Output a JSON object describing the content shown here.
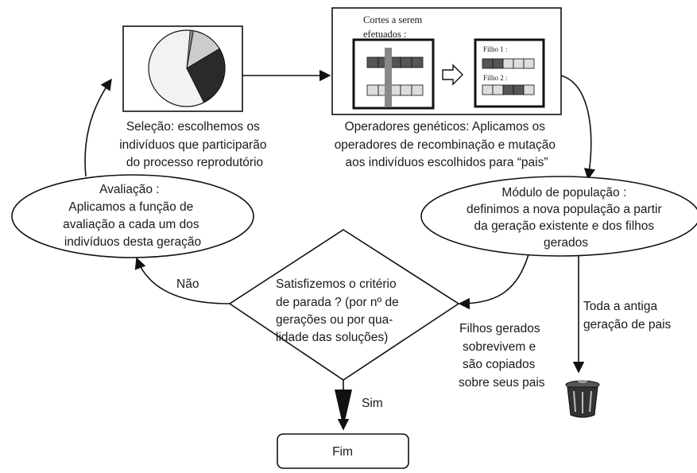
{
  "selection": {
    "text": [
      "Seleção:  escolhemos os",
      "indivíduos que participarão",
      "do processo reprodutório"
    ]
  },
  "operators": {
    "cuts_label": [
      "Cortes a serem",
      "efetuados :"
    ],
    "child1_label": "Filho 1 :",
    "child2_label": "Filho 2 :",
    "text": [
      "Operadores genéticos: Aplicamos os",
      "operadores de recombinação e mutação",
      "aos indivíduos escolhidos para “pais”"
    ]
  },
  "evaluation": {
    "text": [
      "Avaliação :",
      "Aplicamos a função de",
      "avaliação a cada um dos",
      "indivíduos desta geração"
    ]
  },
  "population": {
    "text": [
      "Módulo de população :",
      "definimos a nova população a partir",
      "da geração existente e dos filhos",
      "gerados"
    ]
  },
  "decision": {
    "text": [
      "Satisfizemos o critério",
      "de parada ? (por nº de",
      "gerações ou por qua-",
      "lidade das soluções)"
    ]
  },
  "labels": {
    "no": "Não",
    "yes": "Sim",
    "children_survive": [
      "Filhos gerados",
      "sobrevivem e",
      "são copiados",
      "sobre seus pais"
    ],
    "old_generation": [
      "Toda a antiga",
      "geração de pais"
    ]
  },
  "end": {
    "label": "Fim"
  },
  "icons": {
    "trash": "trash-can-icon",
    "arrow": "hollow-arrow-icon",
    "pie": "pie-chart-icon"
  },
  "colors": {
    "ink": "#111111",
    "dark_gene": "#555555",
    "light_gene": "#dddddd",
    "cut_bar": "#888888"
  }
}
